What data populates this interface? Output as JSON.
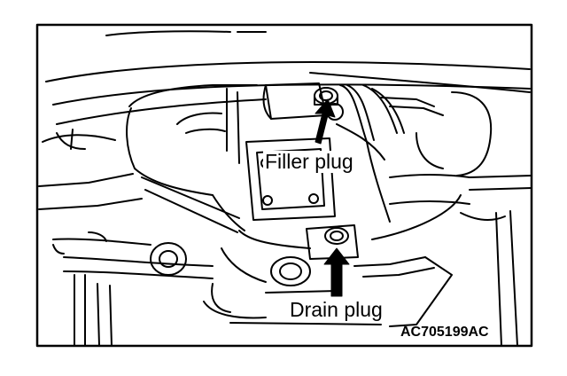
{
  "labels": {
    "filler_plug": "Filler plug",
    "drain_plug": "Drain plug"
  },
  "figure_code": "AC705199AC",
  "colors": {
    "line": "#000000",
    "background": "#ffffff"
  }
}
